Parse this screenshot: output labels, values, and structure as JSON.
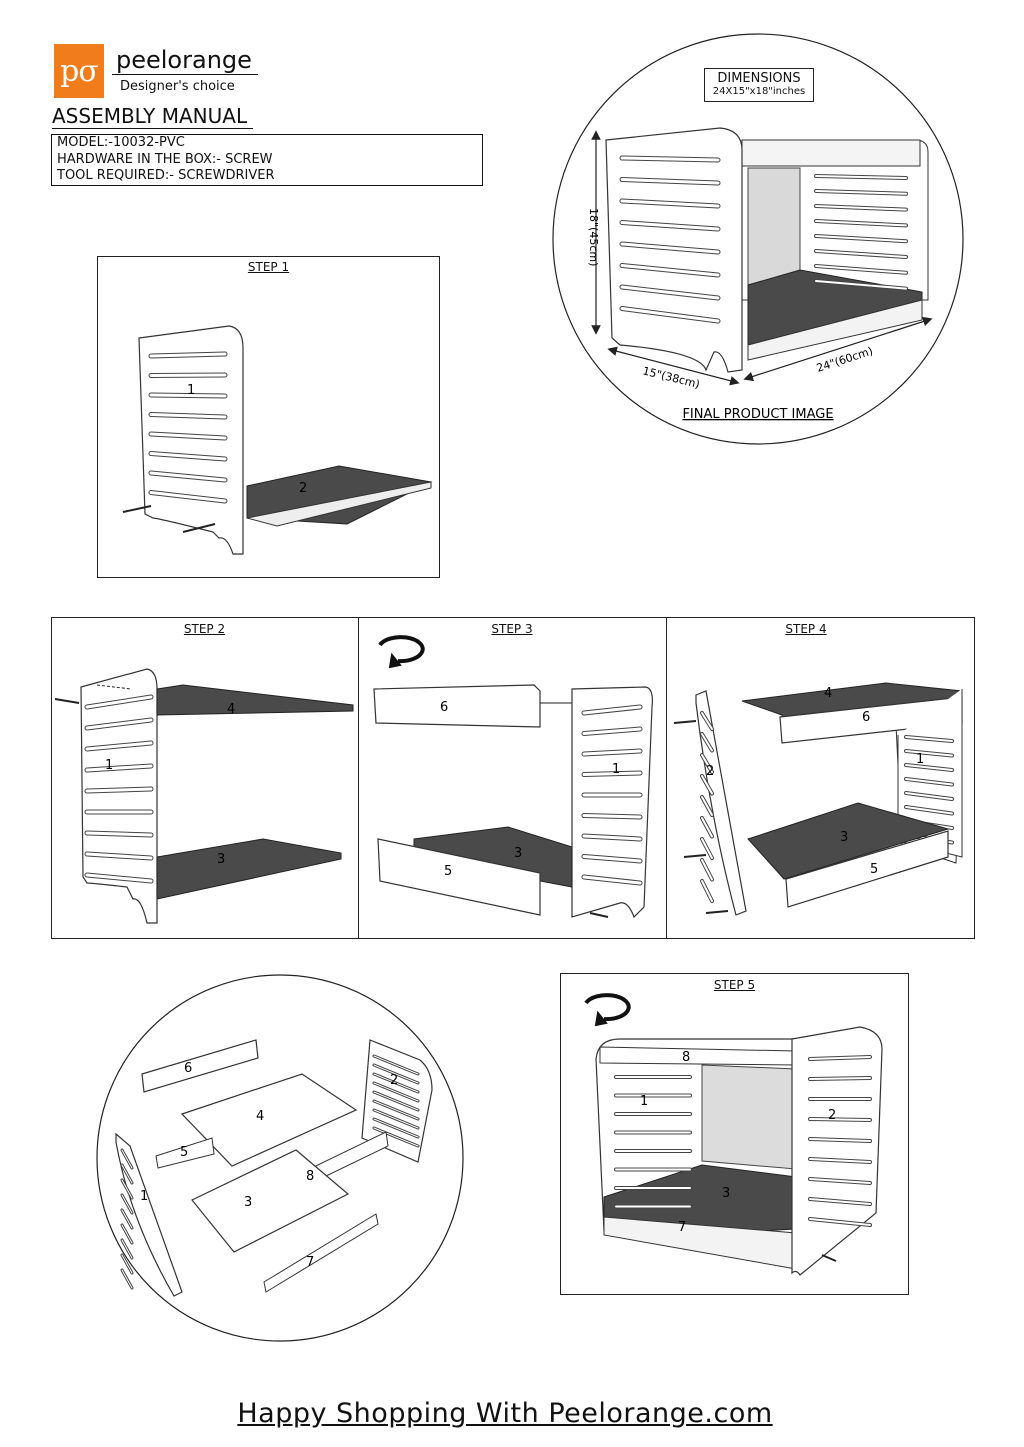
{
  "header": {
    "logo_text": "pσ",
    "brand_name": "peelorange",
    "tagline": "Designer's choice",
    "manual_title": "ASSEMBLY MANUAL",
    "info_lines": [
      "MODEL:-10032-PVC",
      "HARDWARE IN THE BOX:- SCREW",
      "TOOL REQUIRED:- SCREWDRIVER"
    ]
  },
  "final_product": {
    "dimensions_title": "DIMENSIONS",
    "dimensions_value": "24X15\"x18\"inches",
    "height_label": "18\"(45cm)",
    "depth_label": "15\"(38cm)",
    "width_label": "24\"(60cm)",
    "caption": "FINAL PRODUCT IMAGE"
  },
  "steps": {
    "step1": {
      "title": "STEP 1",
      "parts": [
        "1",
        "2"
      ]
    },
    "step2": {
      "title": "STEP 2",
      "parts": [
        "4",
        "1",
        "3"
      ]
    },
    "step3": {
      "title": "STEP 3",
      "parts": [
        "6",
        "1",
        "3",
        "5"
      ]
    },
    "step4": {
      "title": "STEP 4",
      "parts": [
        "4",
        "6",
        "2",
        "1",
        "3",
        "5"
      ]
    },
    "step5": {
      "title": "STEP 5",
      "parts": [
        "8",
        "1",
        "2",
        "3",
        "7"
      ]
    }
  },
  "exploded_view": {
    "parts": [
      "6",
      "4",
      "2",
      "5",
      "8",
      "1",
      "3",
      "7"
    ]
  },
  "footer": {
    "text": "Happy Shopping With Peelorange.com"
  },
  "colors": {
    "brand_orange": "#f07c1c",
    "panel_dark": "#4a4a4a",
    "line": "#222222"
  },
  "icons": [
    "rotate-icon",
    "screw-icon"
  ]
}
